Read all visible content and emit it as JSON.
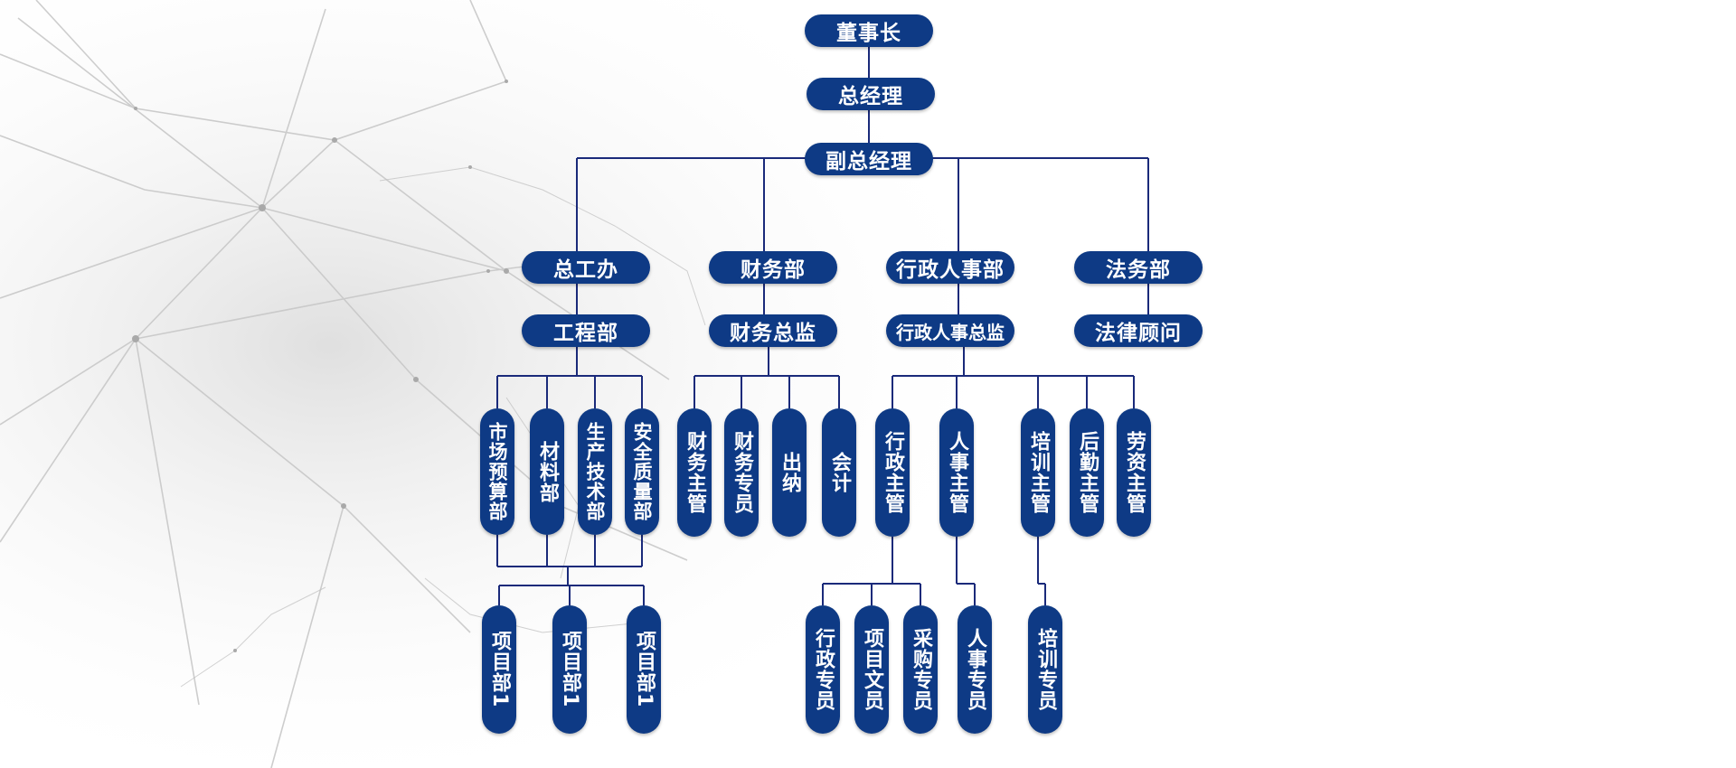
{
  "colors": {
    "node": "#0e3a85",
    "line": "#1a2a7a",
    "text": "#ffffff"
  },
  "org": {
    "chairman": "董事长",
    "gm": "总经理",
    "vgm": "副总经理",
    "dept_chief_eng": "总工办",
    "dept_finance": "财务部",
    "dept_admin_hr": "行政人事部",
    "dept_legal": "法务部",
    "engineering": "工程部",
    "finance_director": "财务总监",
    "admin_hr_director": "行政人事总监",
    "legal_counsel": "法律顾问",
    "eng_sub": [
      "市场预算部",
      "材料部",
      "生产技术部",
      "安全质量部"
    ],
    "fin_sub": [
      "财务主管",
      "财务专员",
      "出纳",
      "会计"
    ],
    "hr_sub": [
      "行政主管",
      "人事主管",
      "培训主管",
      "后勤主管",
      "劳资主管"
    ],
    "projects": [
      "项目部1",
      "项目部1",
      "项目部1"
    ],
    "admin_staff": [
      "行政专员",
      "项目文员",
      "采购专员"
    ],
    "hr_staff": "人事专员",
    "training_staff": "培训专员"
  }
}
